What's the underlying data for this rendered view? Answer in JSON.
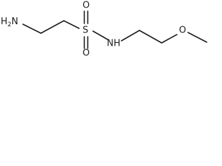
{
  "molecule": {
    "atoms": {
      "amine_h": "H",
      "amine_h_count": "2",
      "amine_n": "N",
      "sulfur": "S",
      "oxygen_top": "O",
      "oxygen_bottom": "O",
      "sulfonamide_nh": "NH",
      "ether_oxygen": "O"
    }
  },
  "colors": {
    "ink": "#1a1a1a",
    "background": "#ffffff"
  }
}
